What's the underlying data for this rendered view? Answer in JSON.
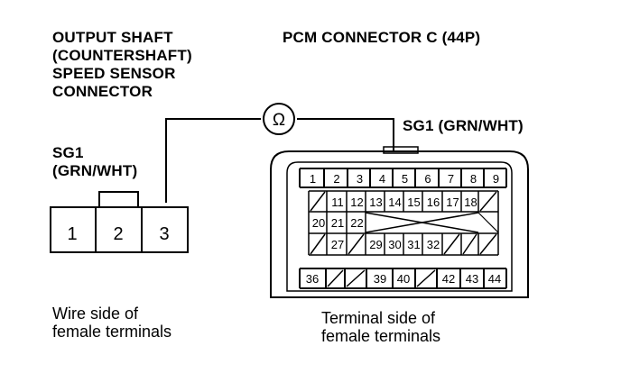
{
  "sensor_title": [
    "OUTPUT SHAFT",
    "(COUNTERSHAFT)",
    "SPEED SENSOR",
    "CONNECTOR"
  ],
  "pcm_title": "PCM CONNECTOR C (44P)",
  "sensor_wire": [
    "SG1",
    "(GRN/WHT)"
  ],
  "pcm_wire": "SG1 (GRN/WHT)",
  "ohm_symbol": "Ω",
  "sensor_terminals": [
    "1",
    "2",
    "3"
  ],
  "pcm_terminals": {
    "row1": [
      "1",
      "2",
      "3",
      "4",
      "5",
      "6",
      "7",
      "8",
      "9"
    ],
    "row2": [
      "",
      "11",
      "12",
      "13",
      "14",
      "15",
      "16",
      "17",
      "18",
      ""
    ],
    "row3": [
      "20",
      "21",
      "22",
      "",
      "",
      "",
      "",
      "",
      "",
      ""
    ],
    "row4": [
      "",
      "27",
      "",
      "29",
      "30",
      "31",
      "32",
      "",
      "",
      ""
    ],
    "row5": [
      "36",
      "",
      "",
      "39",
      "40",
      "",
      "42",
      "43",
      "44"
    ]
  },
  "sensor_caption": [
    "Wire side of",
    "female terminals"
  ],
  "pcm_caption": [
    "Terminal side of",
    "female terminals"
  ]
}
